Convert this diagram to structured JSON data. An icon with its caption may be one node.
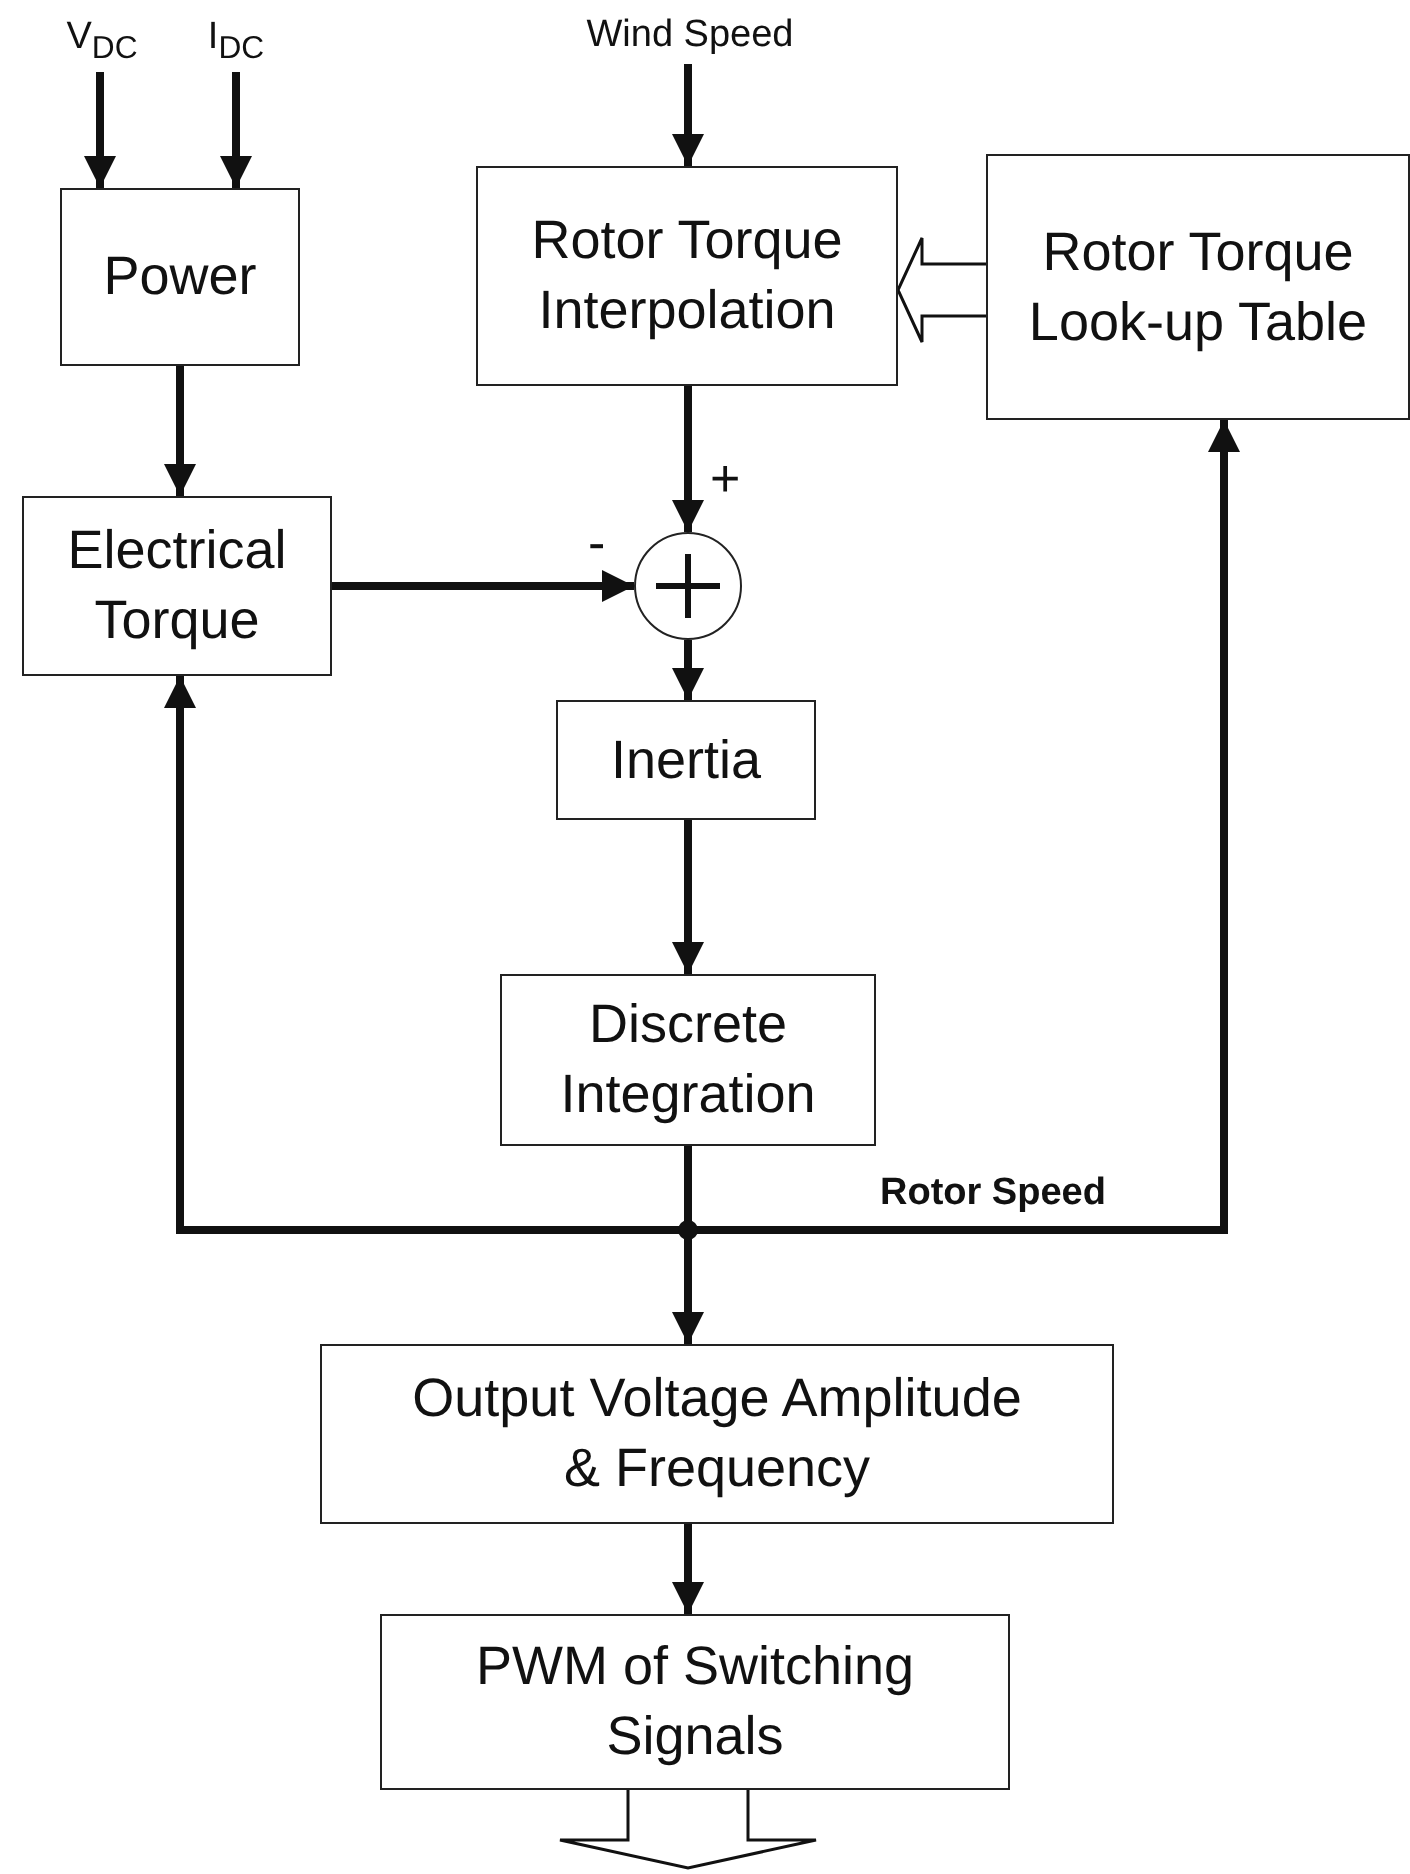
{
  "diagram": {
    "nodes": [
      {
        "text": [
          "V$_{DC}$"
        ]
      },
      {
        "text": [
          "I$_{DC}$"
        ]
      },
      {
        "text": [
          "Wind Speed"
        ]
      },
      {
        "text": [
          "Power"
        ]
      },
      {
        "text": [
          "Rotor Torque Interpolation"
        ]
      },
      {
        "text": [
          "Rotor Torque Look-up Table"
        ]
      },
      {
        "text": [
          "Electrical Torque"
        ]
      },
      {
        "text": [],
        "shape": "circle"
      },
      {
        "text": [
          "Inertia"
        ]
      },
      {
        "text": [
          "Discrete Integration"
        ]
      },
      {
        "text": [
          "Output Voltage Amplitude & Frequency"
        ]
      },
      {
        "text": [
          "PWM of Switching Signals"
        ]
      }
    ],
    "edges": [
      {
        "from": 0,
        "to": 3,
        "arrow": "to"
      },
      {
        "from": 1,
        "to": 3,
        "arrow": "to"
      },
      {
        "from": 2,
        "to": 4,
        "arrow": "to"
      },
      {
        "from": 5,
        "to": 4,
        "arrow": "to",
        "style": "thick"
      },
      {
        "from": 3,
        "to": 6,
        "arrow": "to"
      },
      {
        "from": 4,
        "to": 7,
        "arrow": "to"
      },
      {
        "from": 6,
        "to": 7,
        "arrow": "to"
      },
      {
        "from": 7,
        "to": 8,
        "arrow": "to"
      },
      {
        "from": 8,
        "to": 9,
        "arrow": "to"
      },
      {
        "from": 9,
        "to": 6,
        "arrow": "to"
      },
      {
        "from": 9,
        "to": 5,
        "arrow": "to",
        "label": "Rotor Speed"
      },
      {
        "from": 9,
        "to": 10,
        "arrow": "to"
      },
      {
        "from": 10,
        "to": 11,
        "arrow": "to"
      },
      {
        "from": 11,
        "to": null,
        "arrow": "to",
        "style": "thick"
      }
    ],
    "labels": [
      "+",
      "-"
    ]
  }
}
